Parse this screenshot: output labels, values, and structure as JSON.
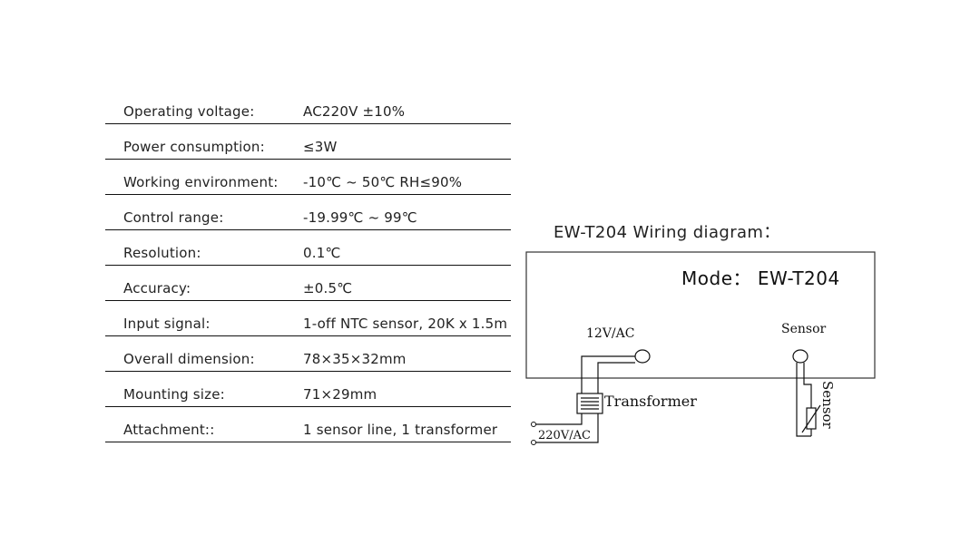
{
  "specs": [
    {
      "label": "Operating voltage:",
      "value": "AC220V ±10%"
    },
    {
      "label": "Power consumption:",
      "value": "≤3W"
    },
    {
      "label": "Working environment:",
      "value": "-10℃ ~ 50℃ RH≤90%"
    },
    {
      "label": "Control range:",
      "value": "-19.99℃ ~ 99℃"
    },
    {
      "label": "Resolution:",
      "value": "0.1℃"
    },
    {
      "label": "Accuracy:",
      "value": "±0.5℃"
    },
    {
      "label": "Input signal:",
      "value": "1-off NTC sensor, 20K x 1.5m"
    },
    {
      "label": "Overall dimension:",
      "value": "78×35×32mm"
    },
    {
      "label": "Mounting size:",
      "value": "71×29mm"
    },
    {
      "label": "Attachment::",
      "value": "1 sensor line, 1 transformer"
    }
  ],
  "diagram": {
    "title": "EW-T204  Wiring diagram：",
    "mode": "Mode： EW-T204",
    "power_terminal": "12V/AC",
    "sensor_terminal": "Sensor",
    "transformer": "Transformer",
    "mains": "220V/AC",
    "sensor_probe": "Sensor"
  }
}
